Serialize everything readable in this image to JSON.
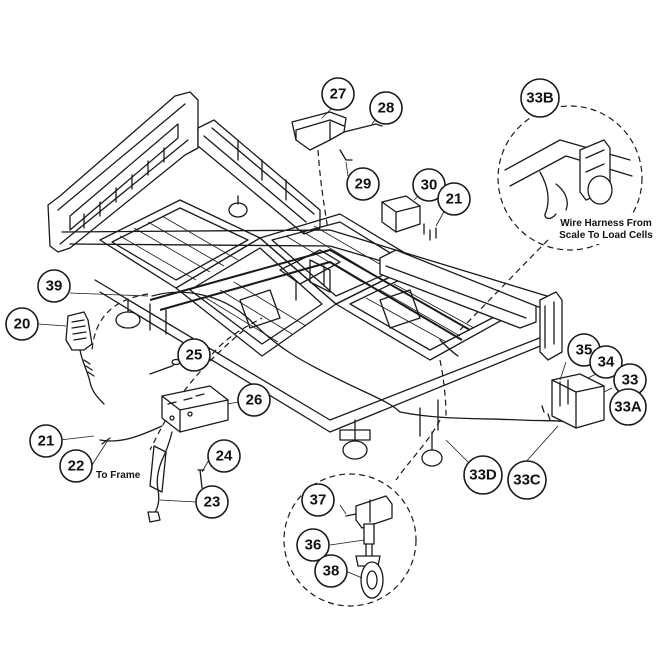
{
  "callouts": {
    "c20": "20",
    "c21a": "21",
    "c21b": "21",
    "c22": "22",
    "c23": "23",
    "c24": "24",
    "c25": "25",
    "c26": "26",
    "c27": "27",
    "c28": "28",
    "c29": "29",
    "c30": "30",
    "c33": "33",
    "c33a": "33A",
    "c33b": "33B",
    "c33c": "33C",
    "c33d": "33D",
    "c34": "34",
    "c35": "35",
    "c36": "36",
    "c37": "37",
    "c38": "38",
    "c39": "39"
  },
  "notes": {
    "harness_line1": "Wire Harness From",
    "harness_line2": "Scale To Load Cells",
    "to_frame": "To Frame"
  }
}
